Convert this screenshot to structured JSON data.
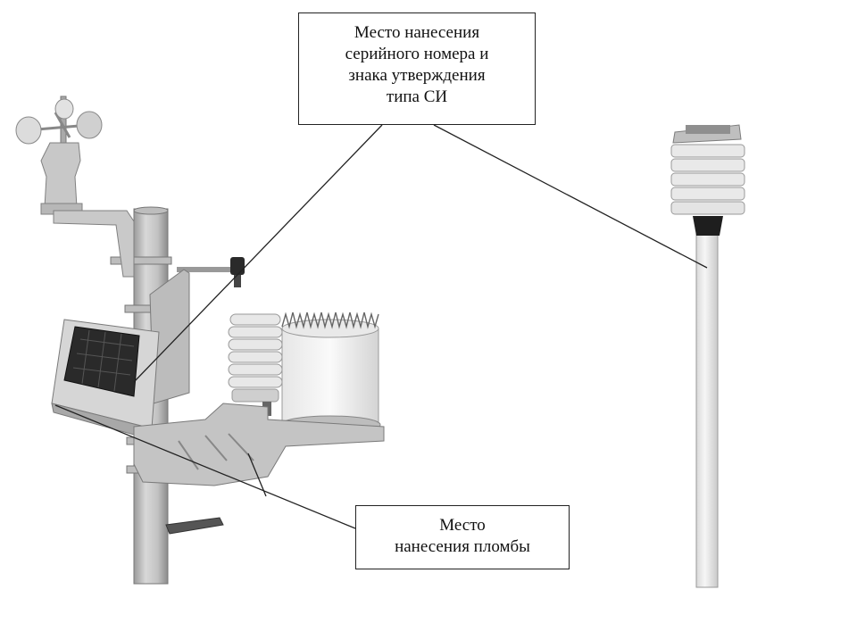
{
  "callouts": {
    "serial_label": {
      "lines": [
        "Место нанесения",
        "серийного номера и",
        "знака утверждения",
        "типа СИ"
      ]
    },
    "seal_label": {
      "lines": [
        "Место",
        "нанесения пломбы"
      ]
    }
  },
  "colors": {
    "line": "#222222",
    "metal_light": "#dedede",
    "metal_mid": "#b9b9b9",
    "metal_dark": "#8a8a8a",
    "panel_dark": "#2a2a2a",
    "cap_dark": "#1e1e1e"
  }
}
